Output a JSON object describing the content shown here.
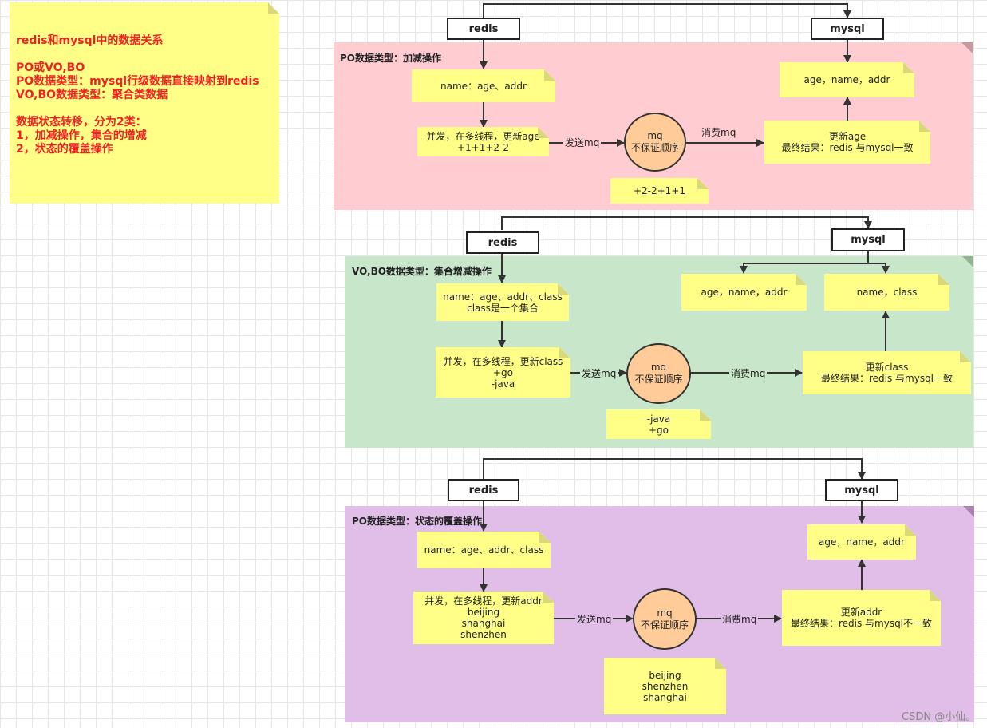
{
  "colors": {
    "section1": "#ffccd2",
    "section2": "#c8e6c9",
    "section3": "#e1bee7",
    "note": "#ffff88",
    "mq": "#ffcc99",
    "title_text": "#ee2222"
  },
  "intro_note": "redis和mysql中的数据关系\n\nPO或VO,BO\nPO数据类型：mysql行级数据直接映射到redis\nVO,BO数据类型：聚合类数据\n\n数据状态转移，分为2类：\n1，加减操作，集合的增减\n2，状态的覆盖操作",
  "sections": [
    {
      "title": "PO数据类型：加减操作",
      "redis": "redis",
      "mysql": "mysql",
      "redis_note": "name：age、addr",
      "concurrency_note": "并发，在多线程，更新age\n+1+1+2-2",
      "send_label": "发送mq",
      "mq_name": "mq",
      "mq_desc": "不保证顺序",
      "consume_label": "消费mq",
      "mq_order_note": "+2-2+1+1",
      "mysql_note": "age，name，addr",
      "update_note": "更新age\n最终结果：redis 与mysql一致"
    },
    {
      "title": "VO,BO数据类型：集合增减操作",
      "redis": "redis",
      "mysql": "mysql",
      "redis_note": "name：age、addr、class\nclass是一个集合",
      "concurrency_note": "并发，在多线程，更新class\n+go\n-java",
      "send_label": "发送mq",
      "mq_name": "mq",
      "mq_desc": "不保证顺序",
      "consume_label": "消费mq",
      "mq_order_note": "-java\n+go",
      "mysql_note_a": "age，name，addr",
      "mysql_note": "name，class",
      "update_note": "更新class\n最终结果：redis 与mysql一致"
    },
    {
      "title": "PO数据类型：状态的覆盖操作",
      "redis": "redis",
      "mysql": "mysql",
      "redis_note": "name：age、addr、class",
      "concurrency_note": "并发，在多线程，更新addr\nbeijing\nshanghai\nshenzhen",
      "send_label": "发送mq",
      "mq_name": "mq",
      "mq_desc": "不保证顺序",
      "consume_label": "消费mq",
      "mq_order_note": "beijing\nshenzhen\nshanghai",
      "mysql_note": "age，name，addr",
      "update_note": "更新addr\n最终结果：redis 与mysql不一致"
    }
  ],
  "watermark": "CSDN @小仙。"
}
